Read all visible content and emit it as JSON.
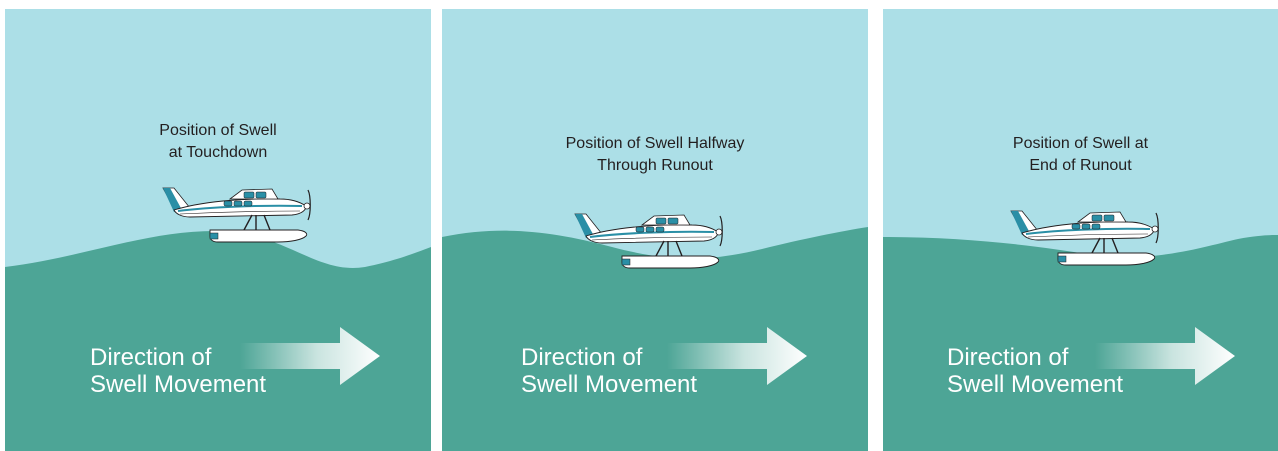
{
  "colors": {
    "sky": "#acdfe7",
    "water": "#4da596",
    "text_dark": "#231f20",
    "text_light": "#ffffff",
    "plane_body": "#ffffff",
    "plane_accent": "#2a8fa6",
    "plane_line": "#231f20"
  },
  "panels": [
    {
      "caption": "Position of Swell\nat Touchdown",
      "direction_label": "Direction of\nSwell Movement",
      "icon": "seaplane-icon"
    },
    {
      "caption": "Position of Swell Halfway\nThrough Runout",
      "direction_label": "Direction of\nSwell Movement",
      "icon": "seaplane-icon"
    },
    {
      "caption": "Position of Swell at\nEnd of Runout",
      "direction_label": "Direction of\nSwell Movement",
      "icon": "seaplane-icon"
    }
  ],
  "arrow_icon": "right-arrow-icon"
}
